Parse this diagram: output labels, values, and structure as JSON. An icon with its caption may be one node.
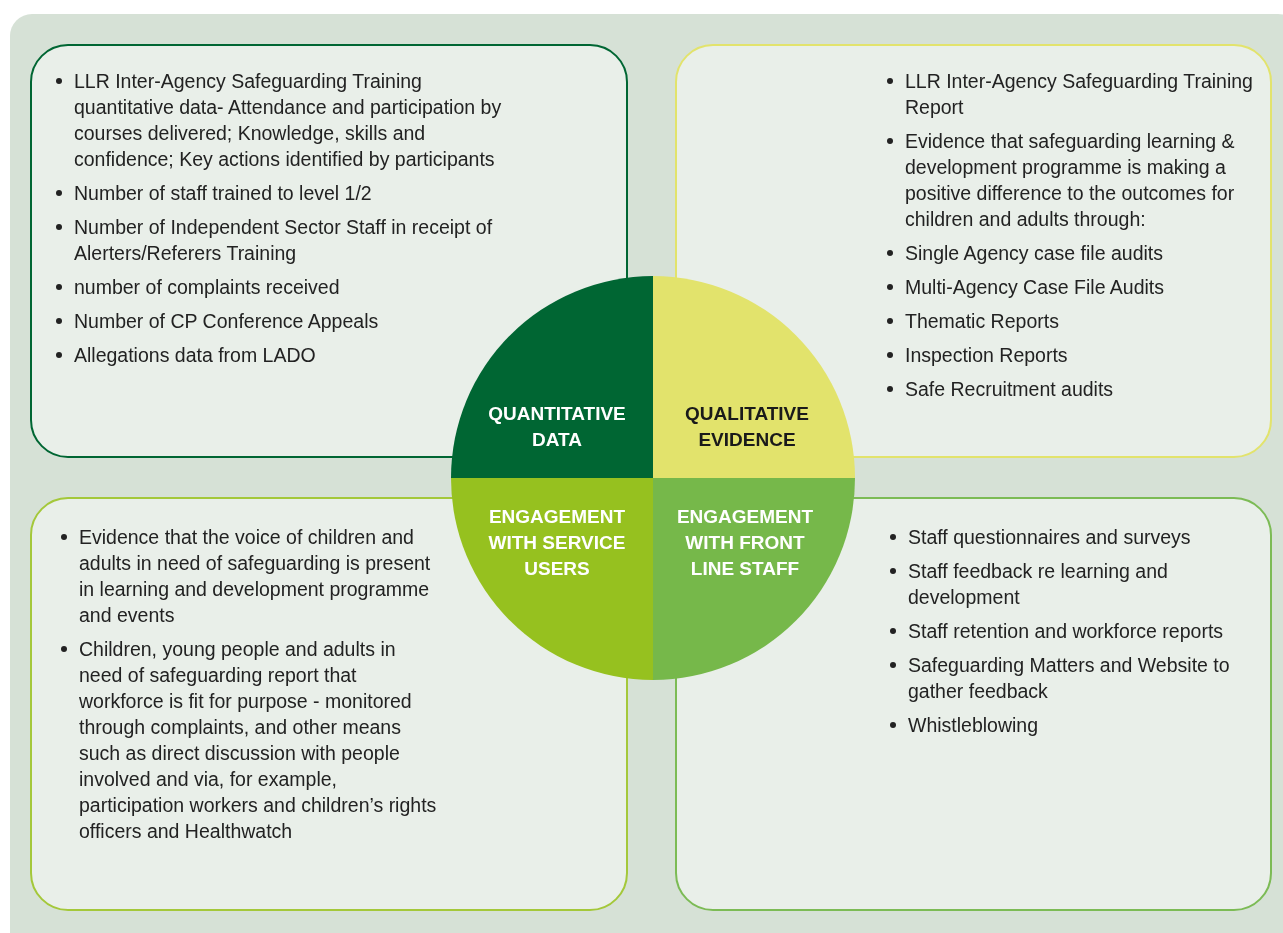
{
  "diagram": {
    "nodes": [
      {
        "text": [
          "LLR Inter-Agency Safeguarding Training quantitative data- Attendance and participation by courses delivered; Knowledge, skills and confidence; Key actions identified by participants",
          "Number of staff trained to level 1/2",
          "Number of Independent Sector Staff in receipt of Alerters/Referers Training",
          "number of complaints received",
          "Number of CP Conference Appeals",
          "Allegations data from LADO"
        ]
      },
      {
        "text": [
          "LLR Inter-Agency Safeguarding Training Report",
          "Evidence that safeguarding learning & development programme is making a positive difference to the outcomes for children and adults through:",
          "Single Agency case file audits",
          "Multi-Agency Case File Audits",
          "Thematic Reports",
          "Inspection Reports",
          "Safe Recruitment audits"
        ]
      },
      {
        "text": [
          "Evidence that the voice of children and adults in need of safeguarding is present in learning and development programme and events",
          "Children, young people and adults in need of safeguarding report that workforce is fit for purpose - monitored through complaints, and other means such as direct discussion with people involved and via, for example, participation workers and children’s rights officers and Healthwatch"
        ]
      },
      {
        "text": [
          "Staff questionnaires and surveys",
          "Staff feedback re learning and development",
          "Staff retention and workforce reports",
          "Safeguarding Matters and Website to gather feedback",
          "Whistleblowing"
        ]
      },
      {
        "text": [
          "QUANTITATIVE DATA"
        ]
      },
      {
        "text": [
          "QUALITATIVE EVIDENCE"
        ]
      },
      {
        "text": [
          "ENGAGEMENT WITH SERVICE USERS"
        ]
      },
      {
        "text": [
          "ENGAGEMENT WITH FRONT LINE STAFF"
        ]
      }
    ],
    "edges": []
  }
}
